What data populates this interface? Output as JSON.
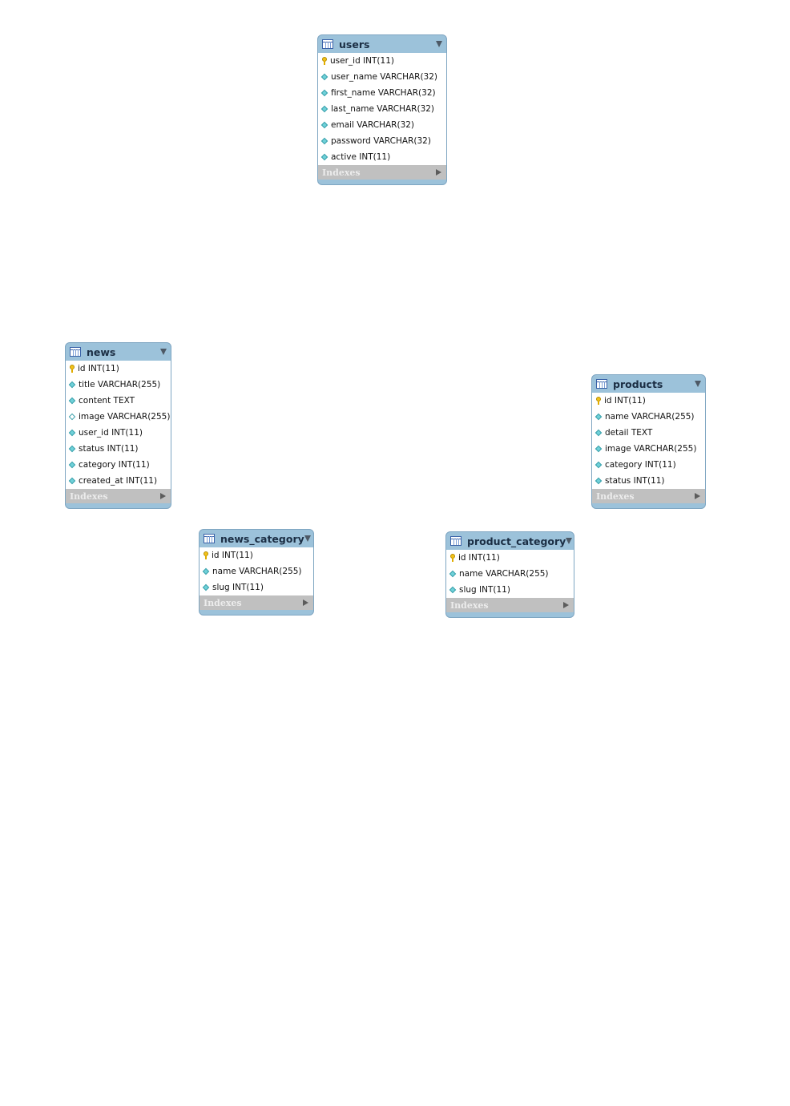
{
  "tables": [
    {
      "id": "users",
      "name": "users",
      "columns": [
        {
          "text": "user_id INT(11)",
          "icon": "primary-key-icon"
        },
        {
          "text": "user_name VARCHAR(32)",
          "icon": "column-diamond-icon"
        },
        {
          "text": "first_name VARCHAR(32)",
          "icon": "column-diamond-icon"
        },
        {
          "text": "last_name VARCHAR(32)",
          "icon": "column-diamond-icon"
        },
        {
          "text": "email VARCHAR(32)",
          "icon": "column-diamond-icon"
        },
        {
          "text": "password VARCHAR(32)",
          "icon": "column-diamond-icon"
        },
        {
          "text": "active INT(11)",
          "icon": "column-diamond-icon"
        }
      ],
      "indexes_label": "Indexes"
    },
    {
      "id": "news",
      "name": "news",
      "columns": [
        {
          "text": "id INT(11)",
          "icon": "primary-key-icon"
        },
        {
          "text": "title VARCHAR(255)",
          "icon": "column-diamond-icon"
        },
        {
          "text": "content TEXT",
          "icon": "column-diamond-icon"
        },
        {
          "text": "image VARCHAR(255)",
          "icon": "nullable-column-diamond-icon"
        },
        {
          "text": "user_id INT(11)",
          "icon": "column-diamond-icon"
        },
        {
          "text": "status INT(11)",
          "icon": "column-diamond-icon"
        },
        {
          "text": "category INT(11)",
          "icon": "column-diamond-icon"
        },
        {
          "text": "created_at INT(11)",
          "icon": "column-diamond-icon"
        }
      ],
      "indexes_label": "Indexes"
    },
    {
      "id": "products",
      "name": "products",
      "columns": [
        {
          "text": "id INT(11)",
          "icon": "primary-key-icon"
        },
        {
          "text": "name VARCHAR(255)",
          "icon": "column-diamond-icon"
        },
        {
          "text": "detail TEXT",
          "icon": "column-diamond-icon"
        },
        {
          "text": "image VARCHAR(255)",
          "icon": "column-diamond-icon"
        },
        {
          "text": "category INT(11)",
          "icon": "column-diamond-icon"
        },
        {
          "text": "status INT(11)",
          "icon": "column-diamond-icon"
        }
      ],
      "indexes_label": "Indexes"
    },
    {
      "id": "news_category",
      "name": "news_category",
      "columns": [
        {
          "text": "id INT(11)",
          "icon": "primary-key-icon"
        },
        {
          "text": "name VARCHAR(255)",
          "icon": "column-diamond-icon"
        },
        {
          "text": "slug INT(11)",
          "icon": "column-diamond-icon"
        }
      ],
      "indexes_label": "Indexes"
    },
    {
      "id": "product_category",
      "name": "product_category",
      "columns": [
        {
          "text": "id INT(11)",
          "icon": "primary-key-icon"
        },
        {
          "text": "name VARCHAR(255)",
          "icon": "column-diamond-icon"
        },
        {
          "text": "slug INT(11)",
          "icon": "column-diamond-icon"
        }
      ],
      "indexes_label": "Indexes"
    }
  ]
}
